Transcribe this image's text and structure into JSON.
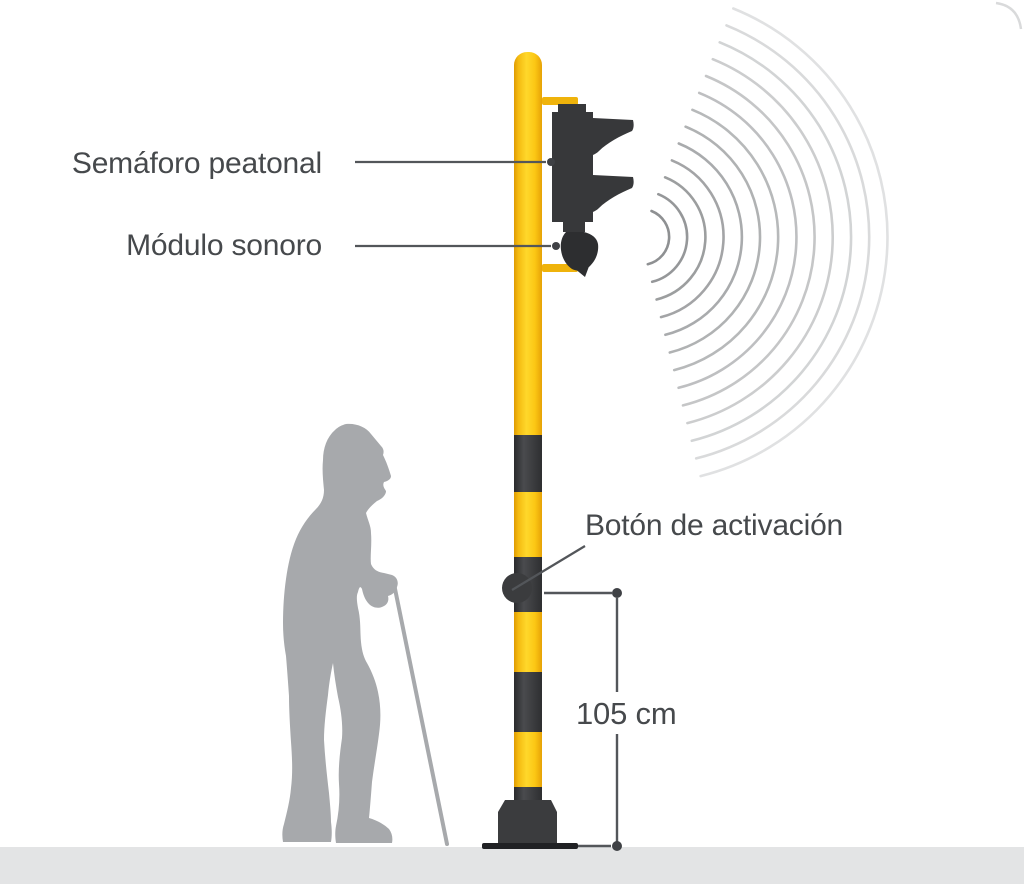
{
  "diagram": {
    "labels": {
      "traffic_light": "Semáforo peatonal",
      "sound_module": "Módulo sonoro",
      "activation_button": "Botón de activación",
      "button_height": "105 cm"
    },
    "sound_waves": {
      "count": 13
    },
    "colors": {
      "pole_yellow": "#FFD21E",
      "band_dark": "#3B3C3E",
      "signal_dark": "#37383A",
      "silhouette_gray": "#A7A9AC",
      "ground_gray": "#E3E4E5",
      "line_gray": "#53565A",
      "text_gray": "#46494C",
      "wave_gray_inner": "#8E9092",
      "wave_gray_outer": "#E0E1E2"
    }
  }
}
